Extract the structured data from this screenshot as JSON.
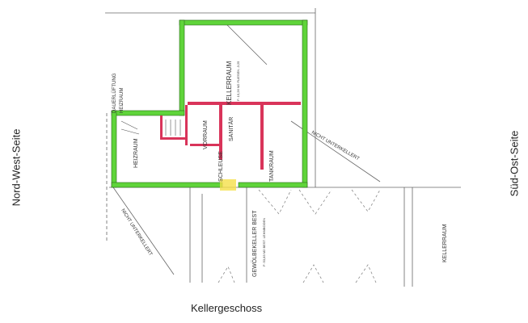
{
  "labels": {
    "left_side": "Nord-West-Seite",
    "right_side": "Süd-Ost-Seite",
    "caption": "Kellergeschoss"
  },
  "rooms": {
    "kellerraum": "KELLERRAUM",
    "kellerraum_detail": "F: 15,26 M2 FLIESEN -3.25",
    "vorraum": "VORRAUM",
    "sanitaer": "SANITÄR",
    "tankraum": "TANKRAUM",
    "heizraum": "HEIZRAUM",
    "schleuse": "SCHLEUSE",
    "dauerlueftung": "DAUERLÜFTUNG",
    "dauerlueftung_2": "HEIZRAUM",
    "nicht_unterkellert": "NICHT UNTERKELLERT",
    "nicht_unterkellert_2": "NICHT UNTERKELLERT",
    "gewoelbekeller": "GEWÖLBEKELLER BEST",
    "gewoelbekeller_detail": "F: 53,83 M2 BEST. LEHMBODEN",
    "kellerraum_2": "KELLERRAUM"
  },
  "colors": {
    "existing_wall": "#5fd43a",
    "new_wall": "#d9345a",
    "highlight": "#f5e04a",
    "line": "#555555"
  }
}
